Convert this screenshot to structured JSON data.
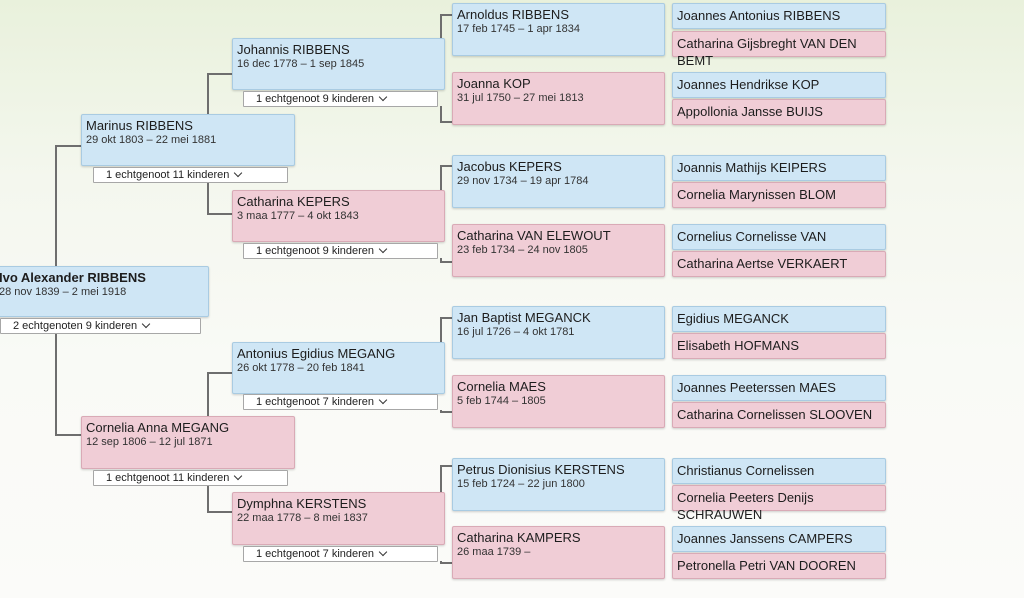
{
  "tree": {
    "root": {
      "name": "Ivo Alexander RIBBENS",
      "dates": "28 nov 1839 – 2 mei 1918",
      "spouses": "2 echtgenoten 9 kinderen"
    },
    "parents": [
      {
        "name": "Marinus RIBBENS",
        "dates": "29 okt 1803 – 22 mei 1881",
        "spouses": "1 echtgenoot 11 kinderen"
      },
      {
        "name": "Cornelia Anna MEGANG",
        "dates": "12 sep 1806 – 12 jul 1871",
        "spouses": "1 echtgenoot 11 kinderen"
      }
    ],
    "grandparents": [
      {
        "name": "Johannis RIBBENS",
        "dates": "16 dec 1778 – 1 sep 1845",
        "spouses": "1 echtgenoot 9 kinderen"
      },
      {
        "name": "Catharina KEPERS",
        "dates": "3 maa 1777 – 4 okt 1843",
        "spouses": "1 echtgenoot 9 kinderen"
      },
      {
        "name": "Antonius Egidius MEGANG",
        "dates": "26 okt 1778 – 20 feb 1841",
        "spouses": "1 echtgenoot 7 kinderen"
      },
      {
        "name": "Dymphna KERSTENS",
        "dates": "22 maa 1778 – 8 mei 1837",
        "spouses": "1 echtgenoot 7 kinderen"
      }
    ],
    "great_grandparents": [
      {
        "name": "Arnoldus RIBBENS",
        "dates": "17 feb 1745 – 1 apr 1834"
      },
      {
        "name": "Joanna KOP",
        "dates": "31 jul 1750 – 27 mei 1813"
      },
      {
        "name": "Jacobus KEPERS",
        "dates": "29 nov 1734 – 19 apr 1784"
      },
      {
        "name": "Catharina VAN ELEWOUT",
        "dates": "23 feb 1734 – 24 nov 1805"
      },
      {
        "name": "Jan Baptist MEGANCK",
        "dates": "16 jul 1726 – 4 okt 1781"
      },
      {
        "name": "Cornelia MAES",
        "dates": "5 feb 1744 – 1805"
      },
      {
        "name": "Petrus Dionisius KERSTENS",
        "dates": "15 feb 1724 – 22 jun 1800"
      },
      {
        "name": "Catharina KAMPERS",
        "dates": "26 maa 1739 –"
      }
    ],
    "gen4": [
      "Joannes Antonius RIBBENS",
      "Catharina Gijsbreght VAN DEN BEMT",
      "Joannes Hendrikse KOP",
      "Appollonia Jansse BUIJS",
      "Joannis Mathijs KEIPERS",
      "Cornelia Marynissen BLOM",
      "Cornelius Cornelisse VAN ELEWOUT",
      "Catharina Aertse VERKAERT",
      "Egidius MEGANCK",
      "Elisabeth HOFMANS",
      "Joannes Peeterssen MAES",
      "Catharina Cornelissen SLOOVEN",
      "Christianus Cornelissen KERSTENS",
      "Cornelia Peeters Denijs SCHRAUWEN",
      "Joannes Janssens CAMPERS",
      "Petronella Petri VAN DOOREN"
    ]
  },
  "colors": {
    "male": "#cfe6f5",
    "female": "#f0cdd6",
    "connector": "#6e6e6e"
  },
  "icons": {
    "dropdown": "chevron-down-icon"
  }
}
